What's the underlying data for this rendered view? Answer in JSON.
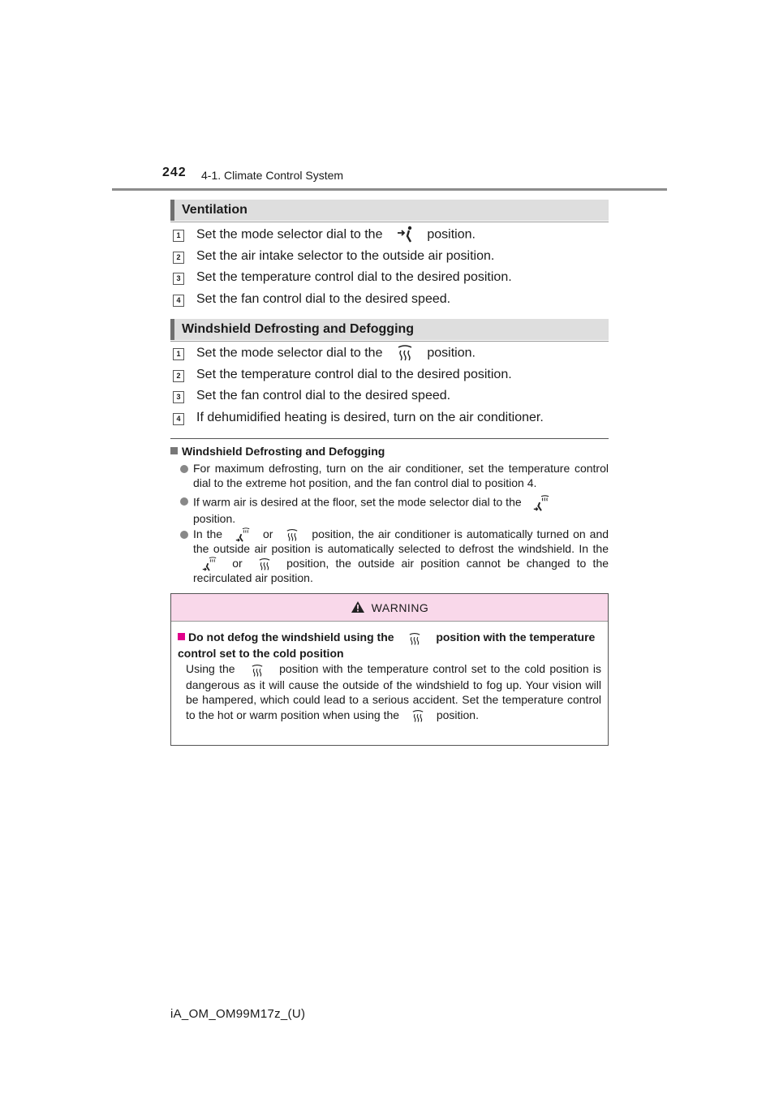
{
  "header": {
    "page_number": "242",
    "chapter": "4-1. Climate Control System"
  },
  "ventilation": {
    "title": "Ventilation",
    "steps": [
      {
        "num": "1",
        "before": "Set the mode selector dial to the",
        "icon": "face-vent-icon",
        "after": "position."
      },
      {
        "num": "2",
        "text": "Set the air intake selector to the outside air position."
      },
      {
        "num": "3",
        "text": "Set the temperature control dial to the desired position."
      },
      {
        "num": "4",
        "text": "Set the fan control dial to the desired speed."
      }
    ]
  },
  "defrost": {
    "title": "Windshield Defrosting and Defogging",
    "steps": [
      {
        "num": "1",
        "before": "Set the mode selector dial to the",
        "icon": "defrost-icon",
        "after": "position."
      },
      {
        "num": "2",
        "text": "Set the temperature control dial to the desired position."
      },
      {
        "num": "3",
        "text": "Set the fan control dial to the desired speed."
      },
      {
        "num": "4",
        "text": "If dehumidified heating is desired, turn on the air conditioner."
      }
    ]
  },
  "notes": {
    "title": "Windshield Defrosting and Defogging",
    "b1": "For maximum defrosting, turn on the air conditioner, set the temperature control dial to the extreme hot position, and the fan control dial to position 4.",
    "b2_a": "If warm air is desired at the floor, set the mode selector dial to the",
    "b2_b": "position.",
    "b3_a": "In the",
    "b3_b": "or",
    "b3_c": "position, the air conditioner is automatically turned on and the outside air position is automatically selected to defrost the windshield. In the",
    "b3_d": "or",
    "b3_e": "position, the outside air position cannot be changed to the recirculated air position."
  },
  "warning": {
    "label": "WARNING",
    "title_a": "Do not defog the windshield using the",
    "title_b": "position with the temperature control set to the cold position",
    "text_a": "Using the",
    "text_b": "position with the temperature control set to the cold position is dangerous as it will cause the outside of the windshield to fog up. Your vision will be hampered, which could lead to a serious accident. Set the temperature control to the hot or warm position when using the",
    "text_c": "position."
  },
  "footer": {
    "code": "iA_OM_OM99M17z_(U)"
  },
  "colors": {
    "section_bar": "#dedede",
    "warning_header": "#f9d8ea",
    "warning_square": "#e0008a"
  }
}
